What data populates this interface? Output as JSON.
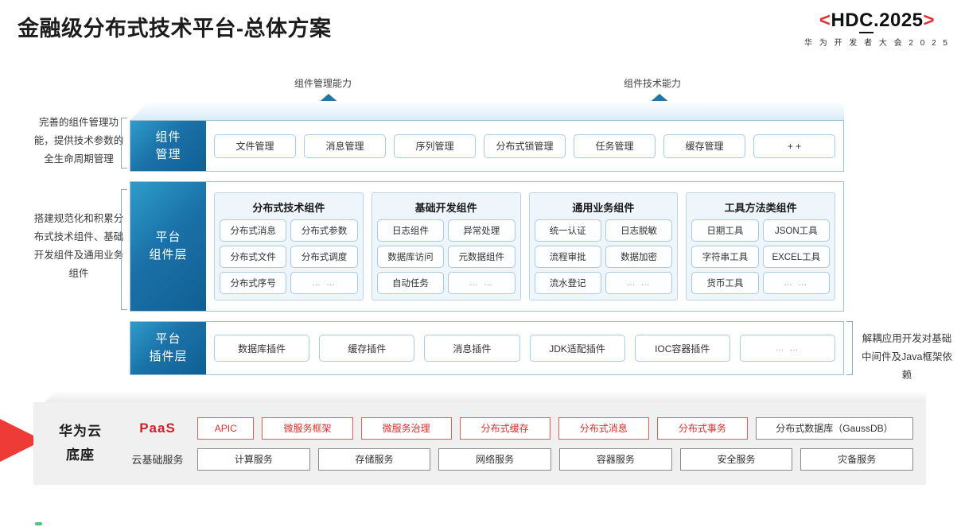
{
  "header": {
    "title": "金融级分布式技术平台-总体方案",
    "logo": {
      "left_bracket": "<",
      "text_a": "HD",
      "text_b": "C",
      "text_c": ".2025",
      "right_bracket": ">",
      "subtitle": "华 为 开 发 者 大 会 2 0 2 5"
    }
  },
  "arrows": [
    {
      "label": "组件管理能力"
    },
    {
      "label": "组件技术能力"
    }
  ],
  "side_notes": {
    "left_top": "完善的组件管理功能，提供技术参数的全生命周期管理",
    "left_mid": "搭建规范化和积累分布式技术组件、基础开发组件及通用业务组件",
    "right": "解耦应用开发对基础中间件及Java框架依赖"
  },
  "layers": {
    "component_management": {
      "label_line1": "组件",
      "label_line2": "管理",
      "items": [
        "文件管理",
        "消息管理",
        "序列管理",
        "分布式锁管理",
        "任务管理",
        "缓存管理",
        "+ +"
      ]
    },
    "platform_component": {
      "label_line1": "平台",
      "label_line2": "组件层",
      "groups": [
        {
          "title": "分布式技术组件",
          "items": [
            "分布式消息",
            "分布式参数",
            "分布式文件",
            "分布式调度",
            "分布式序号",
            "… …"
          ]
        },
        {
          "title": "基础开发组件",
          "items": [
            "日志组件",
            "异常处理",
            "数据库访问",
            "元数据组件",
            "自动任务",
            "… …"
          ]
        },
        {
          "title": "通用业务组件",
          "items": [
            "统一认证",
            "日志脱敏",
            "流程审批",
            "数据加密",
            "流水登记",
            "… …"
          ]
        },
        {
          "title": "工具方法类组件",
          "items": [
            "日期工具",
            "JSON工具",
            "字符串工具",
            "EXCEL工具",
            "货币工具",
            "… …"
          ]
        }
      ]
    },
    "platform_plugin": {
      "label_line1": "平台",
      "label_line2": "插件层",
      "items": [
        "数据库插件",
        "缓存插件",
        "消息插件",
        "JDK适配插件",
        "IOC容器插件",
        "… …"
      ]
    }
  },
  "base": {
    "title_line1": "华为云",
    "title_line2": "底座",
    "rows": [
      {
        "label": "PaaS",
        "items": [
          {
            "text": "APIC",
            "style": "red"
          },
          {
            "text": "微服务框架",
            "style": "red"
          },
          {
            "text": "微服务治理",
            "style": "red"
          },
          {
            "text": "分布式缓存",
            "style": "red"
          },
          {
            "text": "分布式消息",
            "style": "red"
          },
          {
            "text": "分布式事务",
            "style": "red"
          },
          {
            "text": "分布式数据库（GaussDB）",
            "style": "gray"
          }
        ]
      },
      {
        "label": "云基础服务",
        "items": [
          {
            "text": "计算服务",
            "style": "gray"
          },
          {
            "text": "存储服务",
            "style": "gray"
          },
          {
            "text": "网络服务",
            "style": "gray"
          },
          {
            "text": "容器服务",
            "style": "gray"
          },
          {
            "text": "安全服务",
            "style": "gray"
          },
          {
            "text": "灾备服务",
            "style": "gray"
          }
        ]
      }
    ]
  },
  "colors": {
    "brand_red": "#d0202a",
    "layer_blue": "#1b72a8",
    "panel_blue": "#eef5fb",
    "base_gray": "#f0f0f0"
  }
}
